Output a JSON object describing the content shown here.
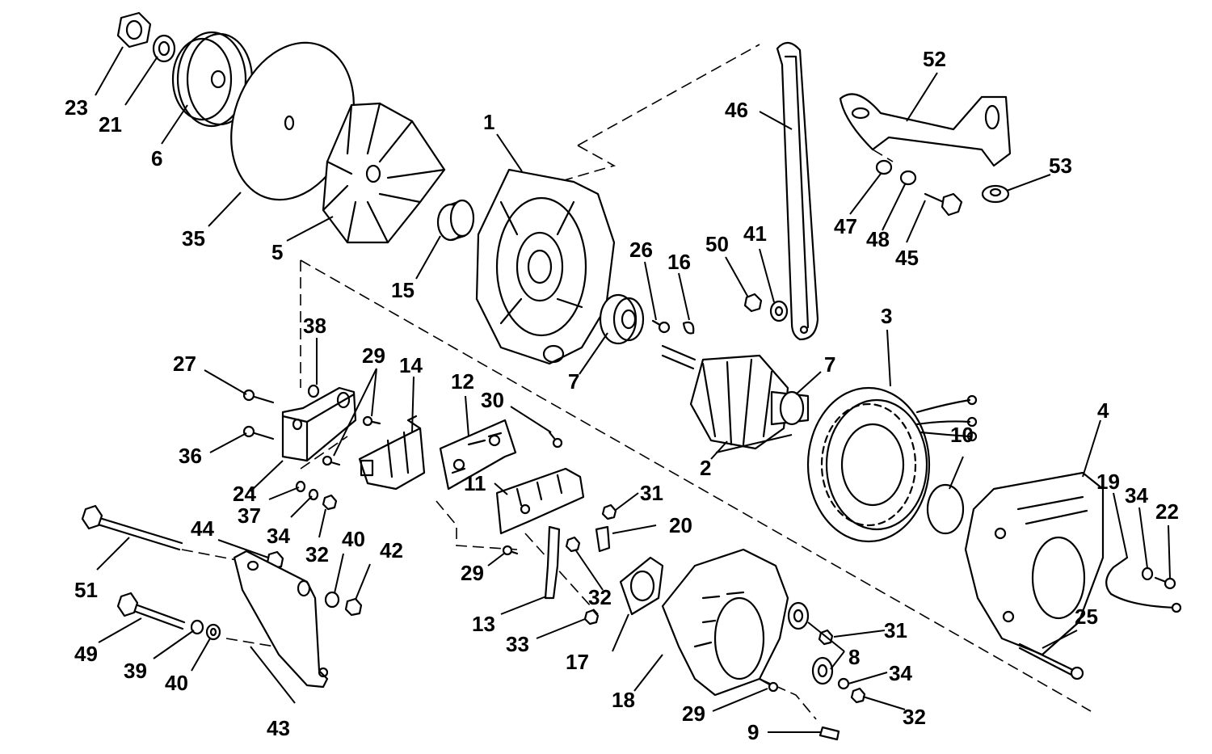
{
  "diagram": {
    "colors": {
      "line": "#000000",
      "background": "#ffffff"
    },
    "callouts": [
      "23",
      "21",
      "6",
      "35",
      "5",
      "15",
      "1",
      "46",
      "52",
      "53",
      "47",
      "48",
      "45",
      "50",
      "41",
      "26",
      "16",
      "7",
      "3",
      "7",
      "2",
      "38",
      "29",
      "14",
      "27",
      "12",
      "30",
      "36",
      "24",
      "37",
      "34",
      "32",
      "11",
      "31",
      "20",
      "10",
      "4",
      "19",
      "34",
      "22",
      "51",
      "44",
      "40",
      "42",
      "29",
      "13",
      "32",
      "33",
      "17",
      "18",
      "49",
      "39",
      "40",
      "43",
      "8",
      "31",
      "34",
      "32",
      "29",
      "9",
      "25"
    ]
  }
}
